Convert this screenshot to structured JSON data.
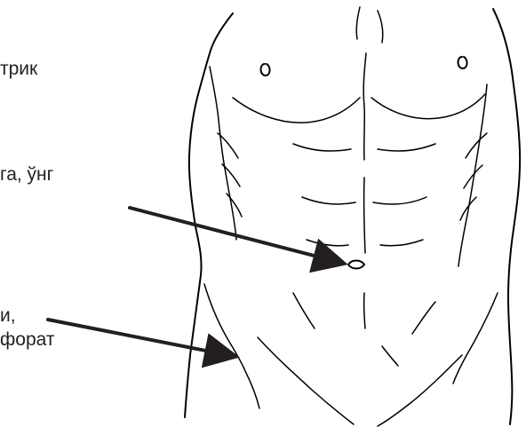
{
  "labels": {
    "top": "трик",
    "middle": "га, ўнг",
    "bottom_line1": "и,",
    "bottom_line2": "форат"
  },
  "colors": {
    "text": "#231f20",
    "line": "#000000",
    "background": "#ffffff"
  }
}
